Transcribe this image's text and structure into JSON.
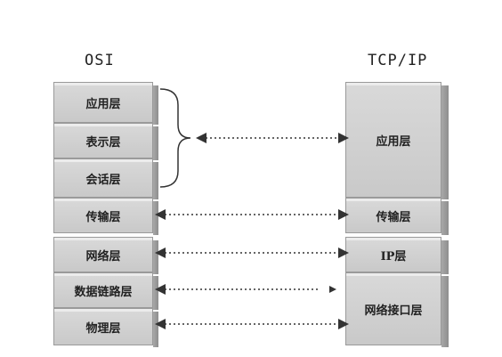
{
  "osi": {
    "title": "OSI",
    "layers": [
      "应用层",
      "表示层",
      "会话层",
      "传输层",
      "网络层",
      "数据链路层",
      "物理层"
    ]
  },
  "tcpip": {
    "title": "TCP/IP",
    "layers": [
      "应用层",
      "传输层",
      "IP层",
      "网络接口层"
    ]
  },
  "colors": {
    "layer": "#d0d0d0",
    "edge": "#9a9a9a",
    "arrow": "#333333"
  }
}
